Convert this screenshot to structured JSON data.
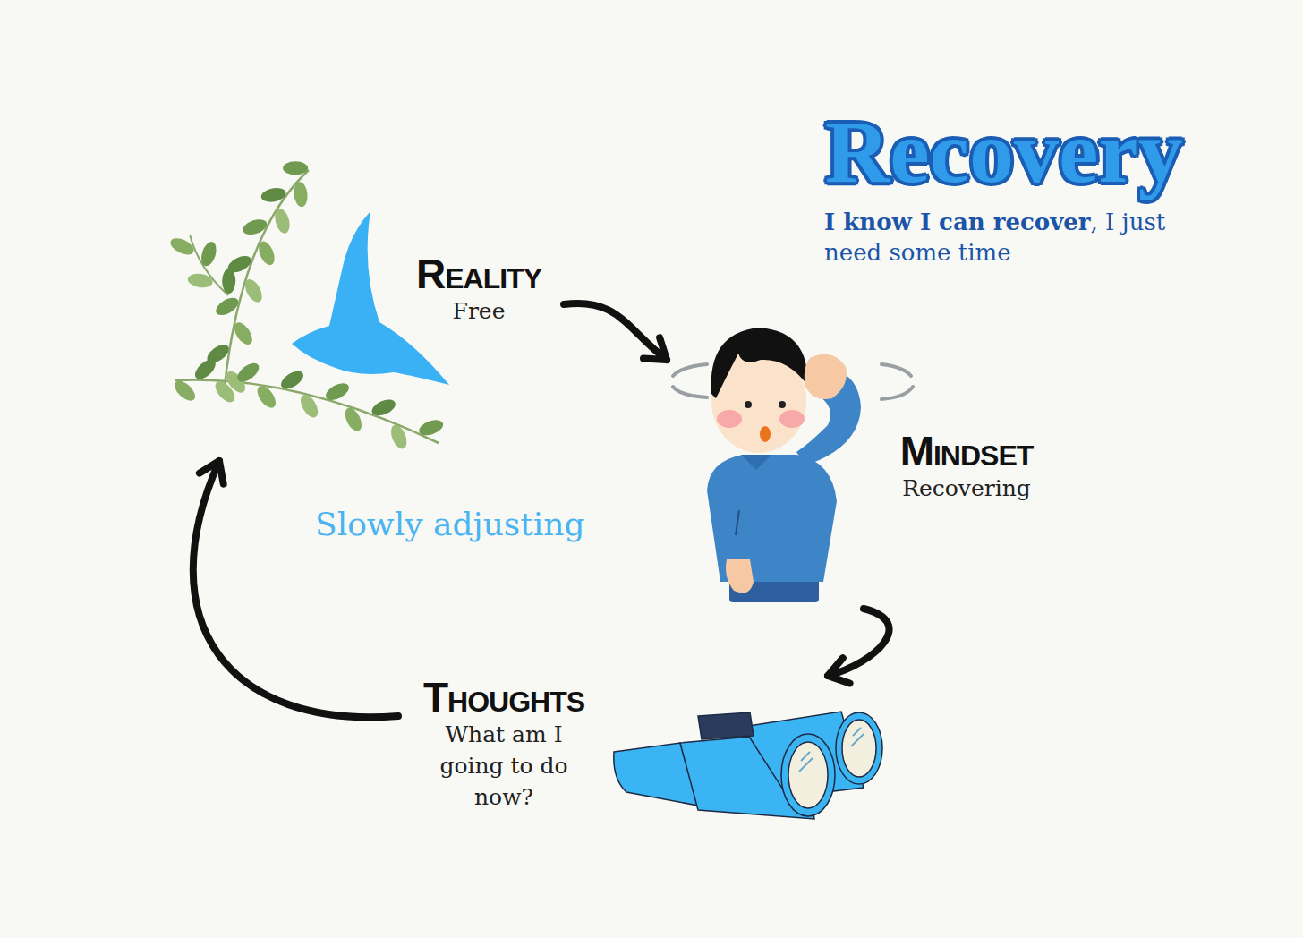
{
  "diagram": {
    "title": "Recovery",
    "nodes": [
      {
        "text": [
          "Reality",
          "Free"
        ]
      },
      {
        "text": [
          "Mindset",
          "Recovering"
        ]
      },
      {
        "text": [
          "Thoughts",
          "What am I going to do now?"
        ]
      }
    ],
    "edges": [
      {
        "from": 0,
        "to": 1,
        "arrow": "to"
      },
      {
        "from": 1,
        "to": 2,
        "arrow": "to"
      },
      {
        "from": 2,
        "to": 0,
        "arrow": "to"
      }
    ],
    "labels": [
      "I know I can recover",
      ", I just need some time",
      "Slowly adjusting"
    ]
  }
}
